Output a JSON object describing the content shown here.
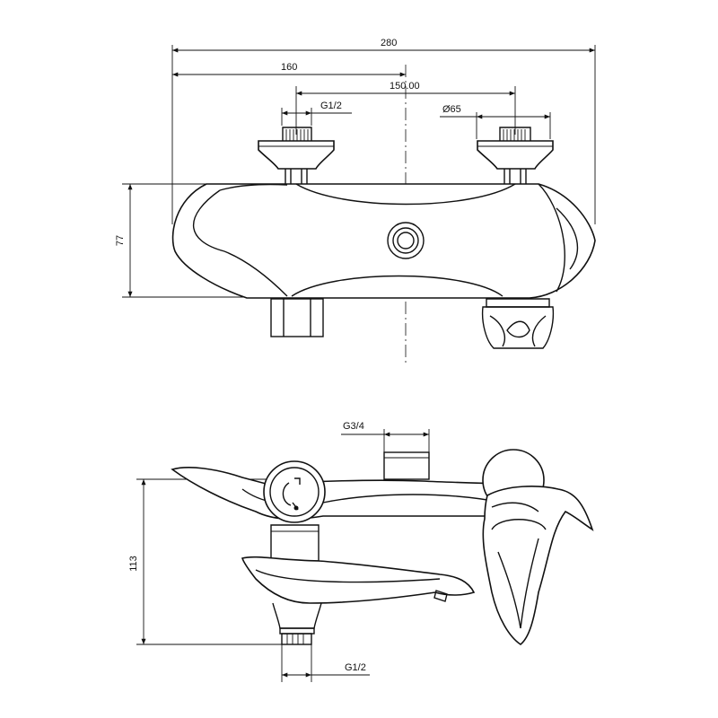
{
  "top_view": {
    "dim_overall": "280",
    "dim_left": "160",
    "dim_center": "150.00",
    "dim_inlet_thread": "G1/2",
    "dim_diameter": "Ø65",
    "dim_height": "77"
  },
  "side_view": {
    "dim_outlet_thread": "G3/4",
    "dim_height": "113",
    "dim_inlet_thread": "G1/2"
  }
}
